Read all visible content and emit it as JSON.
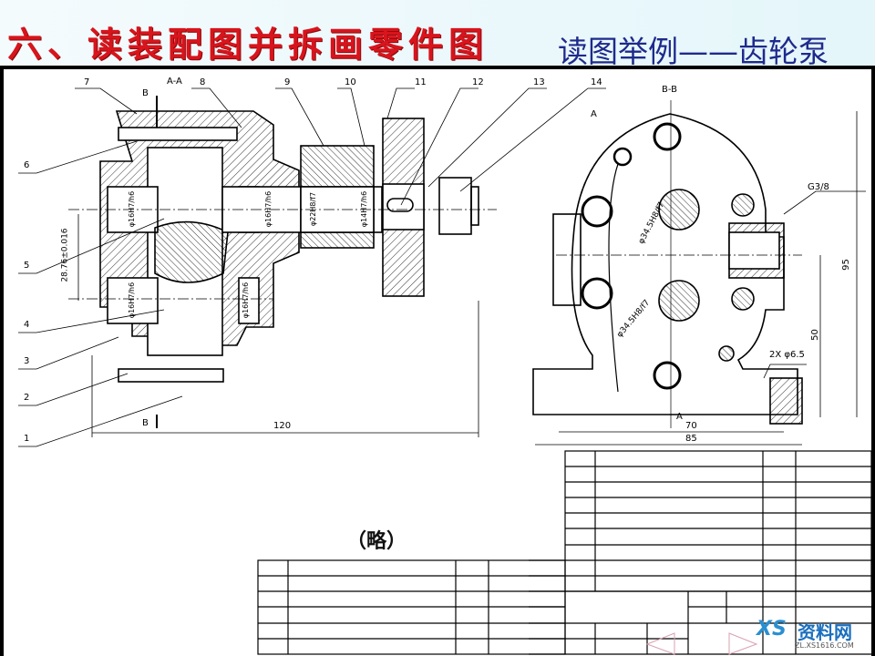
{
  "header": {
    "title": "六、读装配图并拆画零件图",
    "subtitle": "读图举例——齿轮泵"
  },
  "drawing": {
    "section_aa_label": "A-A",
    "section_bb_label": "B-B",
    "cut_label_b": "B",
    "cut_label_a": "A",
    "part_numbers_top": [
      "7",
      "8",
      "9",
      "10",
      "11",
      "12",
      "13",
      "14"
    ],
    "part_numbers_left": [
      "6",
      "5",
      "4",
      "3",
      "2",
      "1"
    ],
    "dimensions": {
      "center_distance": "28.76±0.016",
      "fit_1": "φ16H7/h6",
      "fit_2": "φ16H7/h6",
      "fit_3": "φ16H7/h6",
      "fit_4": "φ16H7/h6",
      "fit_shaft": "φ22H8/f7",
      "fit_gear": "φ14H7/h6",
      "overall_length": "120",
      "gear_fit_top": "φ34.5H8/f7",
      "gear_fit_bottom": "φ34.5H8/f7",
      "pipe_thread": "G3/8",
      "height": "95",
      "center_height": "50",
      "holes": "2X φ6.5",
      "hole_spacing": "70",
      "base_width": "85"
    },
    "omitted_note": "（略）"
  },
  "watermark": {
    "brand": "资料网",
    "url": "ZL.XS1616.COM"
  },
  "colors": {
    "title": "#d8141c",
    "subtitle": "#1e2a8c"
  }
}
